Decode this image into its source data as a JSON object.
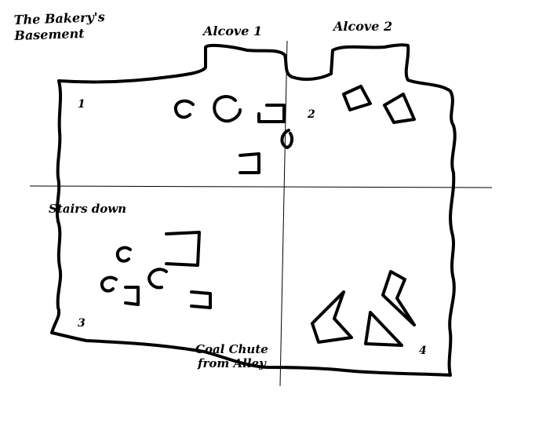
{
  "map": {
    "title_line1": "The Bakery's",
    "title_line2": "Basement",
    "labels": {
      "alcove_1": "Alcove 1",
      "alcove_2": "Alcove 2",
      "stairs": "Stairs down",
      "chute_line1": "Coal Chute",
      "chute_line2": "from Alley"
    },
    "quadrants": [
      "1",
      "2",
      "3",
      "4"
    ],
    "colors": {
      "ink": "#000000",
      "paper": "#ffffff"
    }
  }
}
